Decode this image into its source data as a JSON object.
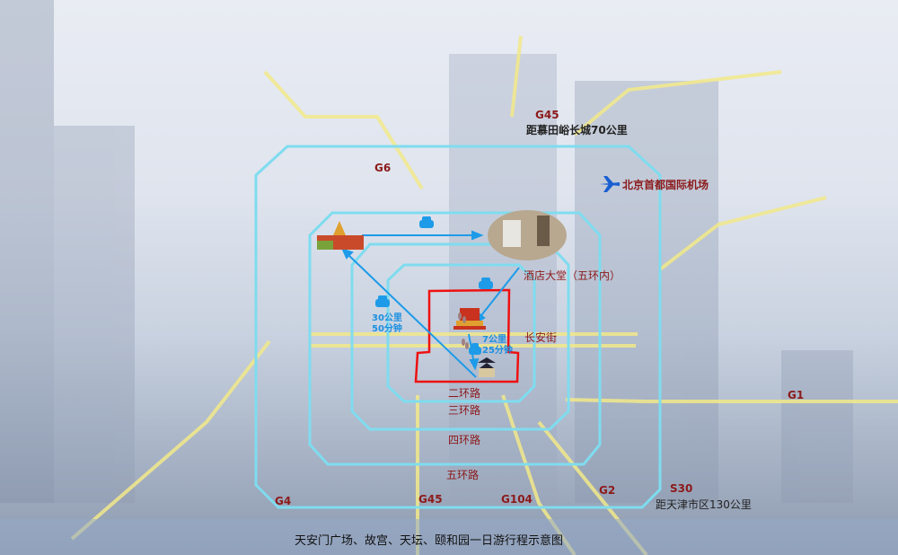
{
  "colors": {
    "ring": "#7fdcef",
    "road": "#f2e98a",
    "route": "#1e9be8",
    "forbidden_city_boundary": "#ee1111",
    "label": "#8b1a1a"
  },
  "highways": {
    "g45_north": "G45",
    "g6": "G6",
    "g1": "G1",
    "g4": "G4",
    "g45_south": "G45",
    "g104": "G104",
    "g2": "G2",
    "s30": "S30"
  },
  "destinations": {
    "mutianyu": "距慕田峪长城70公里",
    "airport": "北京首都国际机场",
    "tianjin": "距天津市区130公里",
    "hotel": "酒店大堂（五环内）"
  },
  "roads": {
    "changan": "长安街",
    "ring2": "二环路",
    "ring3": "三环路",
    "ring4": "四环路",
    "ring5": "五环路"
  },
  "routes": {
    "summer_palace": {
      "distance": "30公里",
      "time": "50分钟"
    },
    "temple_of_heaven": {
      "distance": "7公里",
      "time": "25分钟"
    }
  },
  "icons": [
    "car-icon",
    "airplane-icon",
    "summer-palace-image",
    "hotel-lobby-image",
    "tiananmen-icon",
    "temple-of-heaven-icon",
    "footprints-icon"
  ],
  "caption": "天安门广场、故宫、天坛、颐和园一日游行程示意图"
}
